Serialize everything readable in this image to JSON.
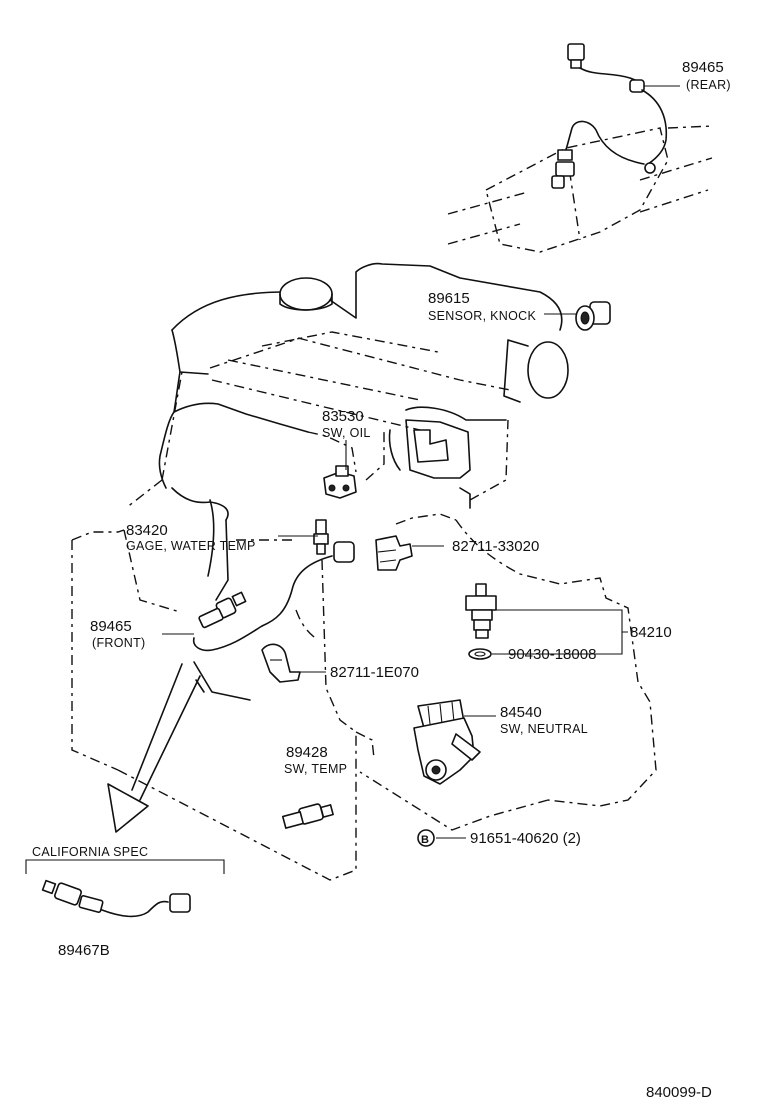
{
  "labels": {
    "p89465_rear": {
      "num": "89465",
      "desc": "(REAR)"
    },
    "p89615": {
      "num": "89615",
      "desc": "SENSOR, KNOCK"
    },
    "p83530": {
      "num": "83530",
      "desc": "SW, OIL"
    },
    "p83420": {
      "num": "83420",
      "desc": "GAGE, WATER TEMP"
    },
    "p82711_33020": {
      "num": "82711-33020"
    },
    "p89465_front": {
      "num": "89465",
      "desc": "(FRONT)"
    },
    "p84210": {
      "num": "84210"
    },
    "p90430": {
      "num": "90430-18008"
    },
    "p82711_1e070": {
      "num": "82711-1E070"
    },
    "p84540": {
      "num": "84540",
      "desc": "SW, NEUTRAL"
    },
    "p89428": {
      "num": "89428",
      "desc": "SW, TEMP"
    },
    "p91651": {
      "marker": "B",
      "num": "91651-40620 (2)"
    },
    "california": {
      "title": "CALIFORNIA SPEC",
      "num": "89467B"
    },
    "diagram_code": "840099-D"
  }
}
